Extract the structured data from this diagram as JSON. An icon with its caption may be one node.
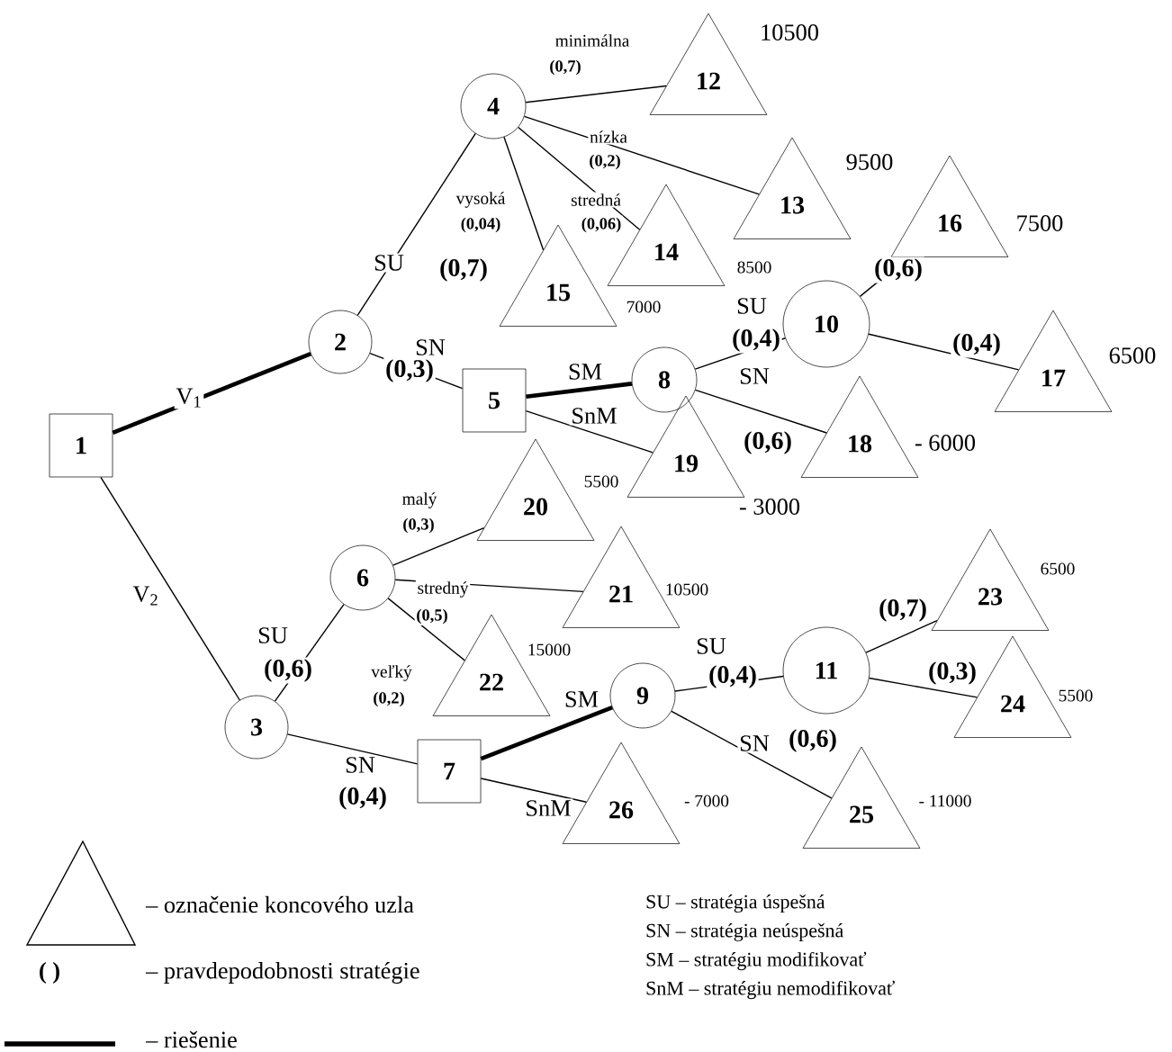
{
  "diagram": {
    "nodes": [
      {
        "text": [
          "1"
        ]
      },
      {
        "text": [
          "2"
        ]
      },
      {
        "text": [
          "3"
        ]
      },
      {
        "text": [
          "4"
        ]
      },
      {
        "text": [
          "5"
        ]
      },
      {
        "text": [
          "6"
        ]
      },
      {
        "text": [
          "7"
        ]
      },
      {
        "text": [
          "8"
        ]
      },
      {
        "text": [
          "9"
        ]
      },
      {
        "text": [
          "10"
        ]
      },
      {
        "text": [
          "11"
        ]
      },
      {
        "text": [
          "12"
        ],
        "beside": [
          "10500"
        ]
      },
      {
        "text": [
          "13"
        ],
        "beside": [
          "9500"
        ]
      },
      {
        "text": [
          "14"
        ],
        "beside": [
          "8500"
        ]
      },
      {
        "text": [
          "15"
        ],
        "beside": [
          "7000"
        ]
      },
      {
        "text": [
          "16"
        ],
        "beside": [
          "7500"
        ]
      },
      {
        "text": [
          "17"
        ],
        "beside": [
          "6500"
        ]
      },
      {
        "text": [
          "18"
        ],
        "beside": [
          "- 6000"
        ]
      },
      {
        "text": [
          "19"
        ],
        "beside": [
          "- 3000"
        ]
      },
      {
        "text": [
          "20"
        ],
        "beside": [
          "5500"
        ]
      },
      {
        "text": [
          "21"
        ],
        "beside": [
          "10500"
        ]
      },
      {
        "text": [
          "22"
        ],
        "beside": [
          "15000"
        ]
      },
      {
        "text": [
          "23"
        ],
        "beside": [
          "6500"
        ]
      },
      {
        "text": [
          "24"
        ],
        "beside": [
          "5500"
        ]
      },
      {
        "text": [
          "25"
        ],
        "beside": [
          "- 11000"
        ]
      },
      {
        "text": [
          "26"
        ],
        "beside": [
          "- 7000"
        ]
      }
    ],
    "edges": [
      {
        "from": 0,
        "to": 1,
        "arrow": "none",
        "label": "V$_{1}$",
        "style": "thick"
      },
      {
        "from": 0,
        "to": 2,
        "arrow": "none",
        "label": "V$_{2}$"
      },
      {
        "from": 1,
        "to": 3,
        "arrow": "none",
        "label": "SU"
      },
      {
        "from": 1,
        "to": 4,
        "arrow": "none",
        "label": "SN"
      },
      {
        "from": 3,
        "to": 11,
        "arrow": "none",
        "label": "minimálna"
      },
      {
        "from": 3,
        "to": 12,
        "arrow": "none",
        "label": "nízka"
      },
      {
        "from": 3,
        "to": 13,
        "arrow": "none",
        "label": "stredná"
      },
      {
        "from": 3,
        "to": 14,
        "arrow": "none",
        "label": "vysoká"
      },
      {
        "from": 4,
        "to": 7,
        "arrow": "none",
        "label": "SM",
        "style": "thick"
      },
      {
        "from": 4,
        "to": 18,
        "arrow": "none",
        "label": "SnM"
      },
      {
        "from": 7,
        "to": 9,
        "arrow": "none",
        "label": "SU"
      },
      {
        "from": 7,
        "to": 17,
        "arrow": "none",
        "label": "SN"
      },
      {
        "from": 9,
        "to": 15,
        "arrow": "none"
      },
      {
        "from": 9,
        "to": 16,
        "arrow": "none"
      },
      {
        "from": 2,
        "to": 5,
        "arrow": "none",
        "label": "SU"
      },
      {
        "from": 2,
        "to": 6,
        "arrow": "none",
        "label": "SN"
      },
      {
        "from": 5,
        "to": 19,
        "arrow": "none",
        "label": "malý"
      },
      {
        "from": 5,
        "to": 20,
        "arrow": "none",
        "label": "stredný"
      },
      {
        "from": 5,
        "to": 21,
        "arrow": "none",
        "label": "veľký"
      },
      {
        "from": 6,
        "to": 8,
        "arrow": "none",
        "label": "SM",
        "style": "thick"
      },
      {
        "from": 6,
        "to": 25,
        "arrow": "none",
        "label": "SnM"
      },
      {
        "from": 8,
        "to": 10,
        "arrow": "none",
        "label": "SU"
      },
      {
        "from": 8,
        "to": 24,
        "arrow": "none",
        "label": "SN"
      },
      {
        "from": 10,
        "to": 22,
        "arrow": "none"
      },
      {
        "from": 10,
        "to": 23,
        "arrow": "none"
      }
    ],
    "labels": [
      "(0,7)",
      "(0,2)",
      "(0,04)",
      "(0,06)",
      "(0,7)",
      "(0,6)",
      "(0,4)",
      "(0,4)",
      "(0,3)",
      "(0,6)",
      "(0,3)",
      "(0,5)",
      "(0,7)",
      "(0,6)",
      "(0,4)",
      "(0,3)",
      "(0,2)",
      "(0,6)",
      "(0,4)",
      "( )",
      "SU – stratégia úspešná",
      "SN – stratégia neúspešná",
      "SM – stratégiu modifikovať",
      "SnM – stratégiu nemodifikovať"
    ],
    "legend": [
      {
        "text": "– označenie koncového uzla"
      },
      {
        "text": "– pravdepodobnosti stratégie"
      },
      {
        "text": "– riešenie"
      }
    ]
  }
}
